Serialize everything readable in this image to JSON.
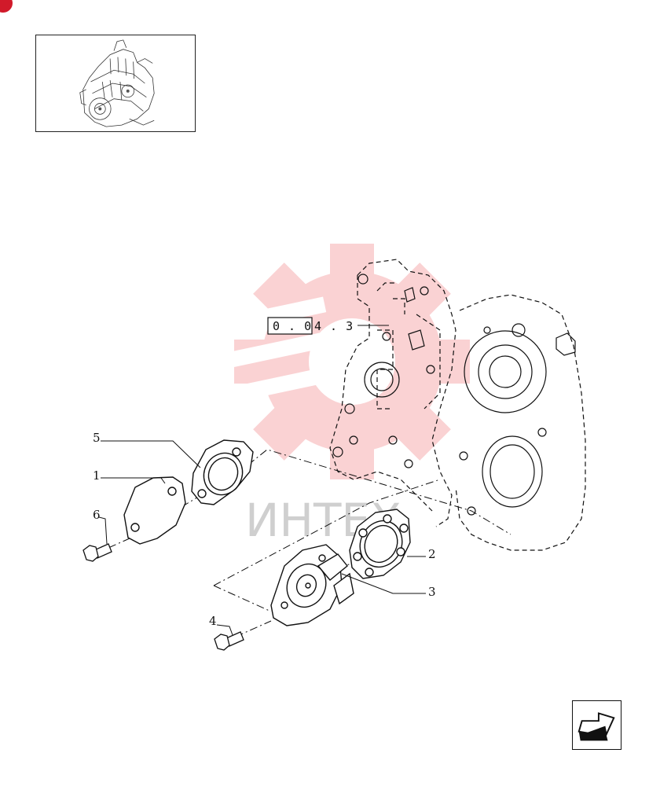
{
  "reference": {
    "boxed": "0 . 0",
    "suffix": "4 . 3"
  },
  "callouts": [
    {
      "id": "c1",
      "label": "1"
    },
    {
      "id": "c2",
      "label": "2"
    },
    {
      "id": "c3",
      "label": "3"
    },
    {
      "id": "c4",
      "label": "4"
    },
    {
      "id": "c5",
      "label": "5"
    },
    {
      "id": "c6",
      "label": "6"
    }
  ],
  "watermark": {
    "text": "ИНТЕХ",
    "color": "#e8232a"
  },
  "colors": {
    "badge": "#d11a2a",
    "line": "#111111"
  },
  "icons": {
    "badge": "corner-badge-icon",
    "thumbnail": "engine-thumbnail",
    "navigation": "next-page-arrow-icon"
  }
}
